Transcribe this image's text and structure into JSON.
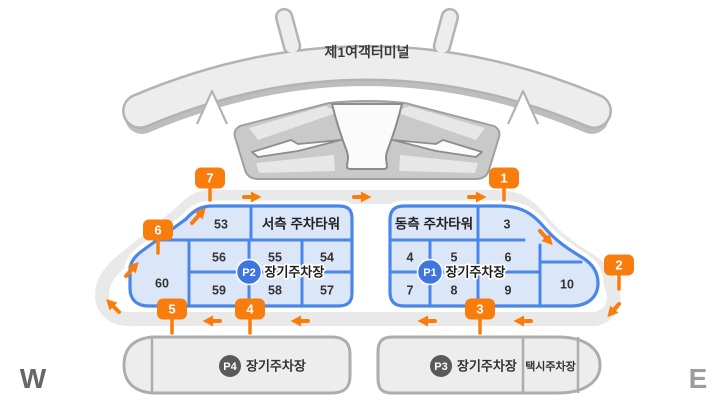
{
  "terminal": {
    "label": "제1여객터미널"
  },
  "compass": {
    "west": "W",
    "east": "E"
  },
  "colors": {
    "accent_orange": "#F87D0C",
    "lot_border_blue": "#4A86E8",
    "lot_fill_blue": "#DBE6F9",
    "p_badge_blue": "#3E76DE",
    "road_gray": "#E9E9E9",
    "terminal_gray": "#EDEDED"
  },
  "exits": [
    "1",
    "2",
    "3",
    "4",
    "5",
    "6",
    "7"
  ],
  "west_lot": {
    "tower_label": "서측 주차타워",
    "p_badge": "P2",
    "p_label": "장기주차장",
    "zones": {
      "z53": "53",
      "z54": "54",
      "z55": "55",
      "z56": "56",
      "z57": "57",
      "z58": "58",
      "z59": "59",
      "z60": "60"
    }
  },
  "east_lot": {
    "tower_label": "동측 주차타워",
    "p_badge": "P1",
    "p_label": "장기주차장",
    "zones": {
      "z3": "3",
      "z4": "4",
      "z5": "5",
      "z6": "6",
      "z7": "7",
      "z8": "8",
      "z9": "9",
      "z10": "10"
    }
  },
  "south_lots": {
    "p4": {
      "badge": "P4",
      "label": "장기주차장"
    },
    "p3": {
      "badge": "P3",
      "label": "장기주차장"
    },
    "taxi": {
      "label": "택시주차장"
    }
  }
}
